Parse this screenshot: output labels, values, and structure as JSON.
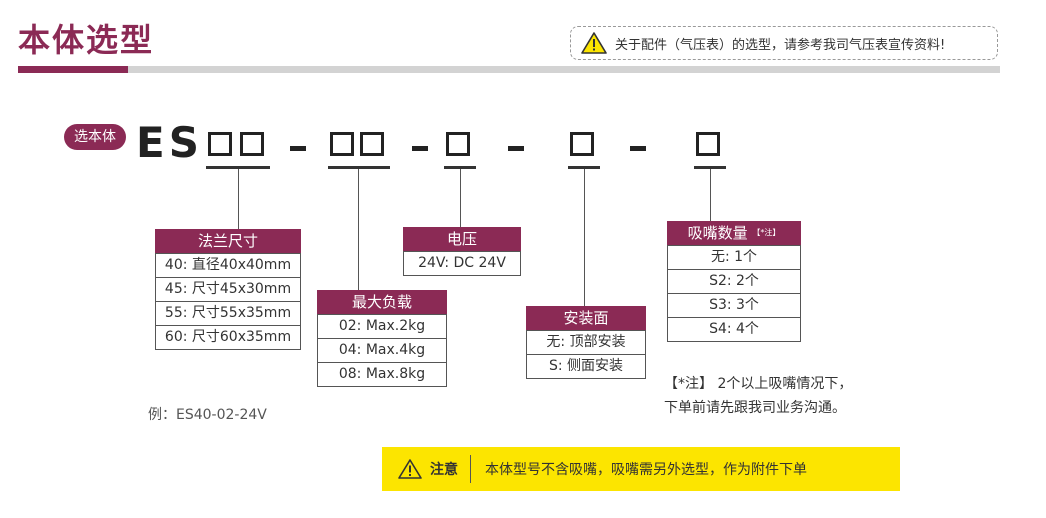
{
  "page_title": "本体选型",
  "notice_text": "关于配件（气压表）的选型，请参考我司气压表宣传资料!",
  "badge_label": "选本体",
  "model_prefix": "ES",
  "tables": {
    "flange": {
      "title": "法兰尺寸",
      "rows": [
        "40: 直径40x40mm",
        "45: 尺寸45x30mm",
        "55: 尺寸55x35mm",
        "60: 尺寸60x35mm"
      ]
    },
    "load": {
      "title": "最大负载",
      "rows": [
        "02: Max.2kg",
        "04: Max.4kg",
        "08: Max.8kg"
      ]
    },
    "voltage": {
      "title": "电压",
      "rows": [
        "24V: DC 24V"
      ]
    },
    "mount": {
      "title": "安装面",
      "rows": [
        "无: 顶部安装",
        "S: 侧面安装"
      ]
    },
    "suction": {
      "title": "吸嘴数量",
      "note_mark": "【*注】",
      "rows": [
        "无: 1个",
        "S2: 2个",
        "S3: 3个",
        "S4: 4个"
      ]
    }
  },
  "footnote": {
    "line1": "【*注】 2个以上吸嘴情况下，",
    "line2": "下单前请先跟我司业务沟通。"
  },
  "example": "例：ES40-02-24V",
  "warning": {
    "label": "注意",
    "text": "本体型号不含吸嘴，吸嘴需另外选型，作为附件下单"
  },
  "colors": {
    "brand": "#8b2a55",
    "warning_bg": "#fce500",
    "rule_gray": "#d3d3d3"
  }
}
